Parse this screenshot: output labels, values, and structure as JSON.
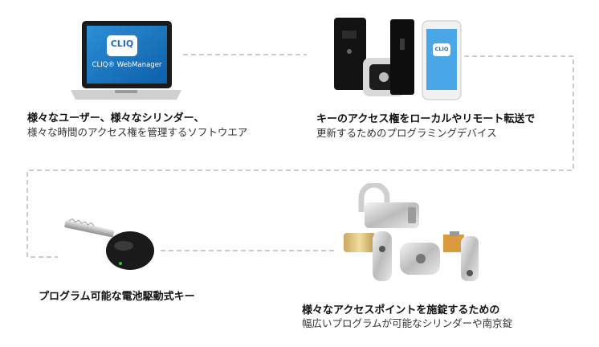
{
  "software": {
    "logo_text": "CLIQ",
    "app_name": "CLIQ® WebManager",
    "caption_line1": "様々なユーザー、様々なシリンダー、",
    "caption_line2": "様々な時間のアクセス権を管理するソフトウエア"
  },
  "devices": {
    "phone_logo_text": "CLIQ",
    "caption_line1": "キーのアクセス権をローカルやリモート転送で",
    "caption_line2": "更新するためのプログラミングデバイス"
  },
  "key": {
    "caption_line1": "プログラム可能な電池駆動式キー"
  },
  "locks": {
    "caption_line1": "様々なアクセスポイントを施錠するための",
    "caption_line2": "幅広いプログラムが可能なシリンダーや南京錠"
  }
}
